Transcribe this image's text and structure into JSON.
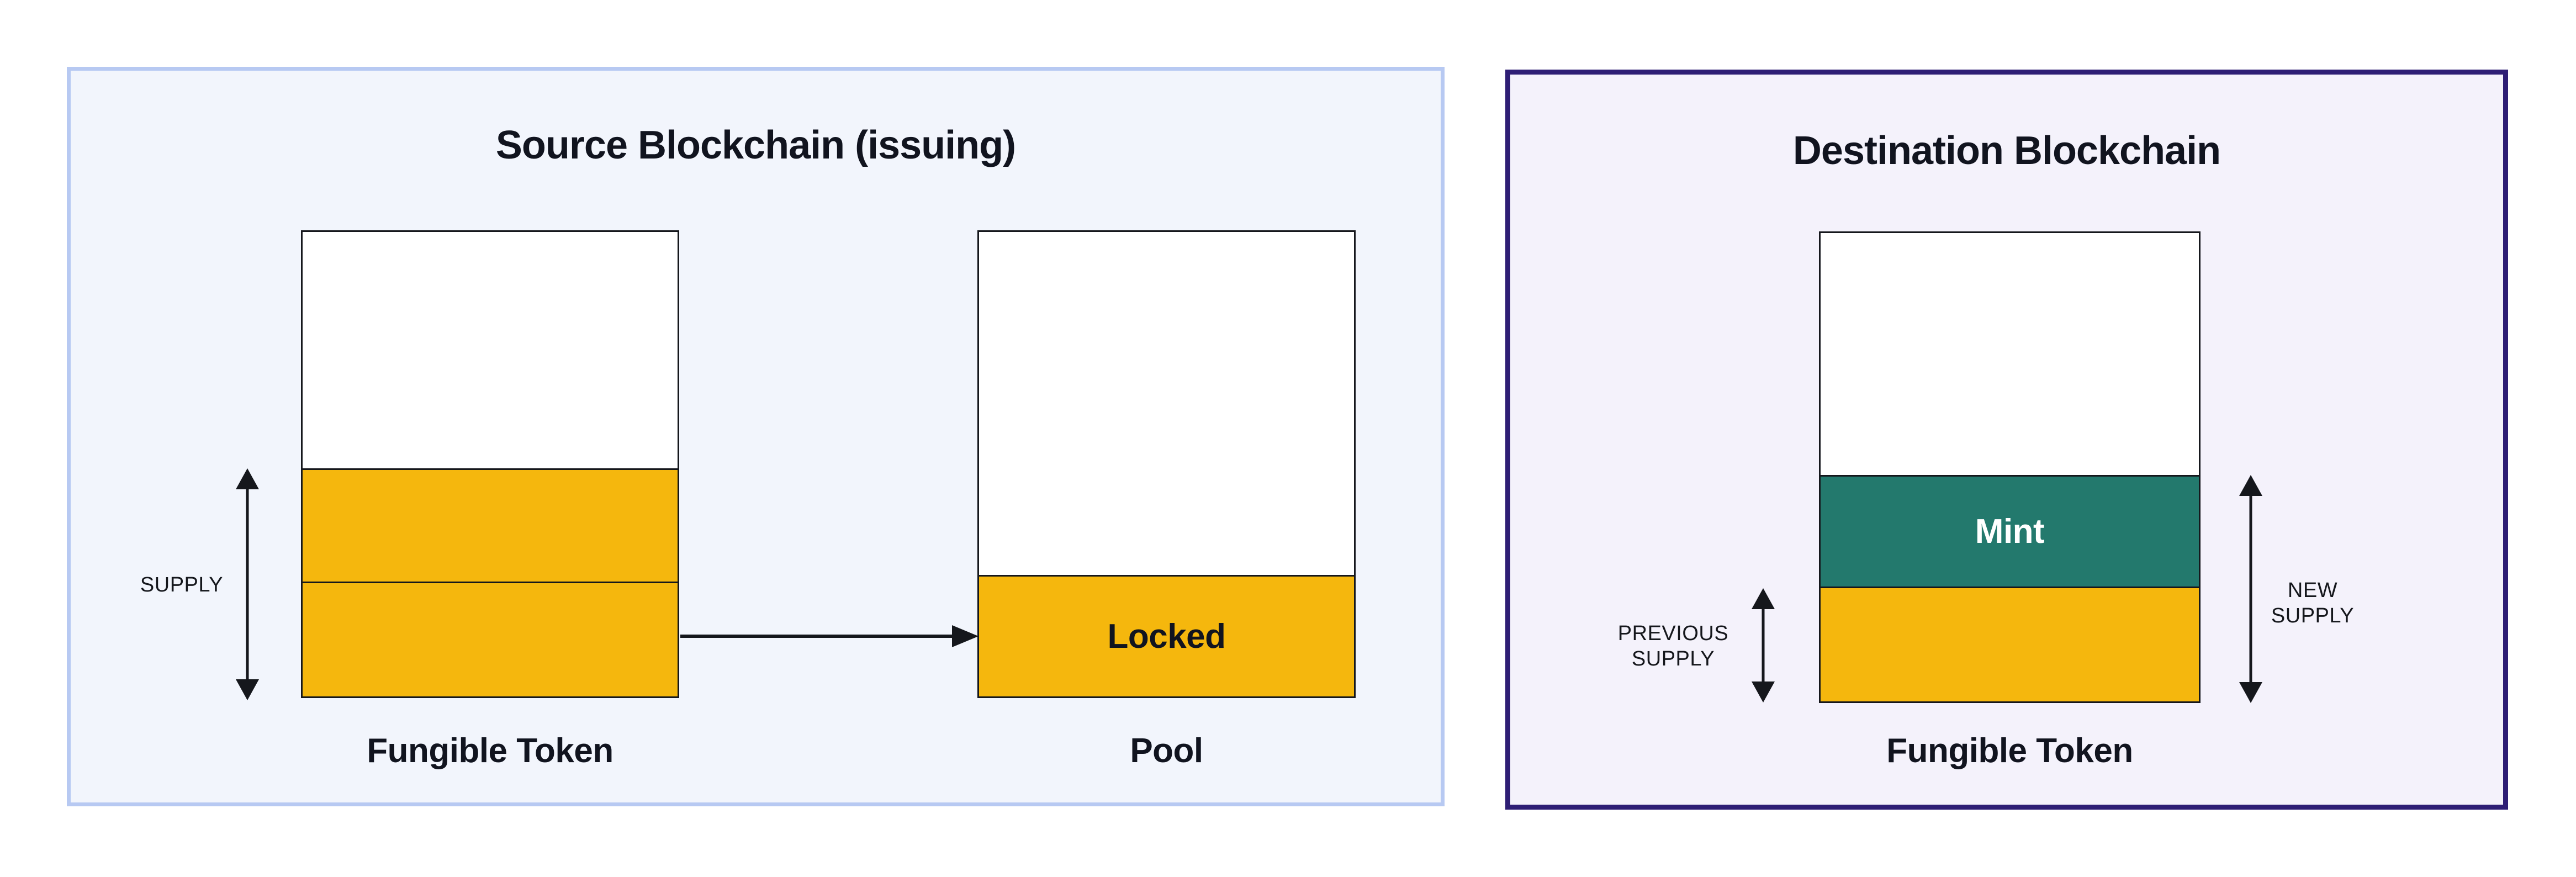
{
  "colors": {
    "amber": "#F5B70D",
    "teal": "#23796D",
    "ink": "#11141F",
    "line": "#15171C",
    "source_bg": "#F2F5FC",
    "source_border": "#B7C9F2",
    "dest_bg": "#F4F2FB",
    "dest_border": "#2E1E75",
    "mint_text": "#FFFFFF",
    "bar_bg": "#FFFFFF"
  },
  "source_panel": {
    "title": "Source Blockchain (issuing)",
    "supply_label": "SUPPLY",
    "token_bar_label": "Fungible Token",
    "locked_label": "Locked",
    "pool_bar_label": "Pool"
  },
  "dest_panel": {
    "title": "Destination Blockchain",
    "previous_supply_line1": "PREVIOUS",
    "previous_supply_line2": "SUPPLY",
    "mint_label": "Mint",
    "new_supply_line1": "NEW",
    "new_supply_line2": "SUPPLY",
    "token_bar_label": "Fungible Token"
  }
}
